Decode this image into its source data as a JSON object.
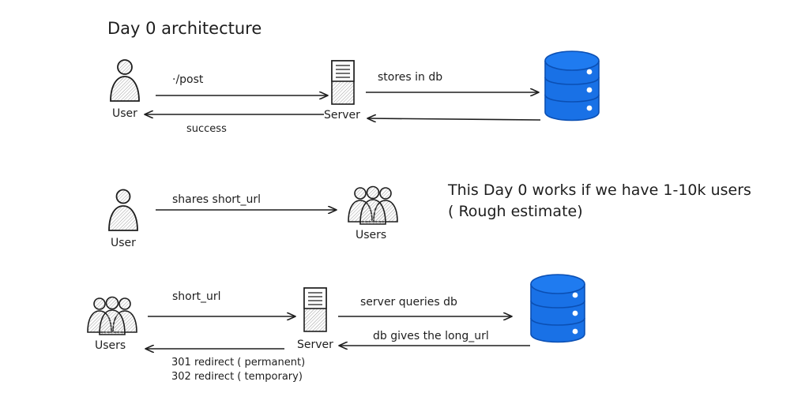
{
  "title": "Day 0 architecture",
  "section1": {
    "user_label": "User",
    "server_label": "Server",
    "post_label": "·/post",
    "success_label": "success",
    "stores_label": "stores in db"
  },
  "section2": {
    "user_label": "User",
    "users_label": "Users",
    "shares_label": "shares short_url"
  },
  "note": {
    "line1": "This Day 0 works if we have 1-10k users",
    "line2": "( Rough estimate)"
  },
  "section3": {
    "users_label": "Users",
    "server_label": "Server",
    "short_url_label": "short_url",
    "queries_label": "server queries db",
    "gives_label": "db gives the long_url",
    "redirect_301": "301 redirect ( permanent)",
    "redirect_302": "302 redirect ( temporary)"
  },
  "colors": {
    "stroke": "#1e1e1e",
    "db_fill": "#1971e6",
    "db_dark": "#0b4fb3",
    "hatch": "#8a8a8a"
  }
}
